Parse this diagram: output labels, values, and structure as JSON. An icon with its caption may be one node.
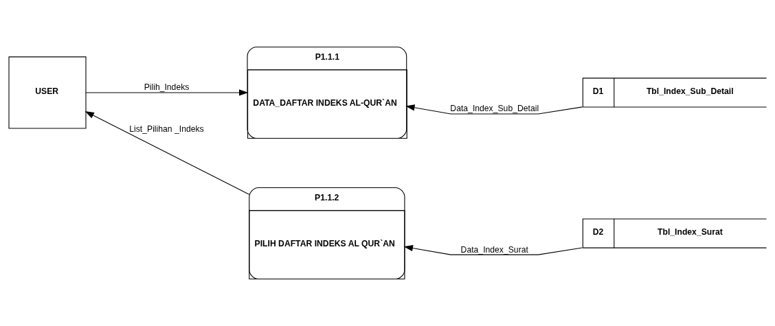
{
  "diagram": {
    "nodes": [
      {
        "text": [
          "USER"
        ]
      },
      {
        "text": [
          "P1.1.1",
          "DATA_DAFTAR INDEKS AL-QUR`AN"
        ]
      },
      {
        "text": [
          "P1.1.2",
          "PILIH DAFTAR INDEKS AL QUR`AN"
        ]
      },
      {
        "text": [
          "D1",
          "Tbl_Index_Sub_Detail"
        ]
      },
      {
        "text": [
          "D2",
          "Tbl_Index_Surat"
        ]
      }
    ],
    "edges": [
      {
        "from": 0,
        "to": 1,
        "arrow": "to",
        "label": "Pilih_Indeks"
      },
      {
        "from": 3,
        "to": 1,
        "arrow": "to",
        "label": "Data_Index_Sub_Detail"
      },
      {
        "from": 2,
        "to": 0,
        "arrow": "to",
        "label": "List_Pilihan _Indeks"
      },
      {
        "from": 4,
        "to": 2,
        "arrow": "to",
        "label": "Data_Index_Surat"
      }
    ]
  }
}
